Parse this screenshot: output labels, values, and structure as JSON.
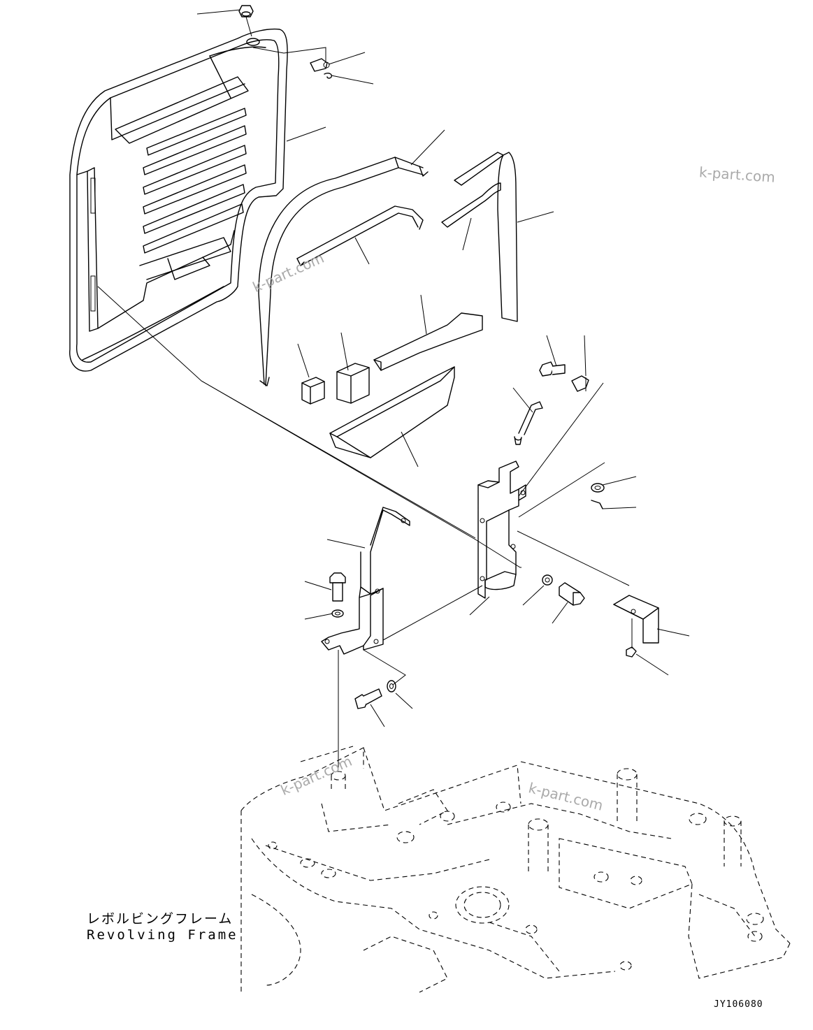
{
  "frame_label": {
    "japanese": "レボルビングフレーム",
    "english": "Revolving Frame"
  },
  "drawing_code": "JY106080",
  "watermarks": [
    "k-part.com",
    "k-part.com",
    "k-part.com",
    "k-part.com"
  ]
}
